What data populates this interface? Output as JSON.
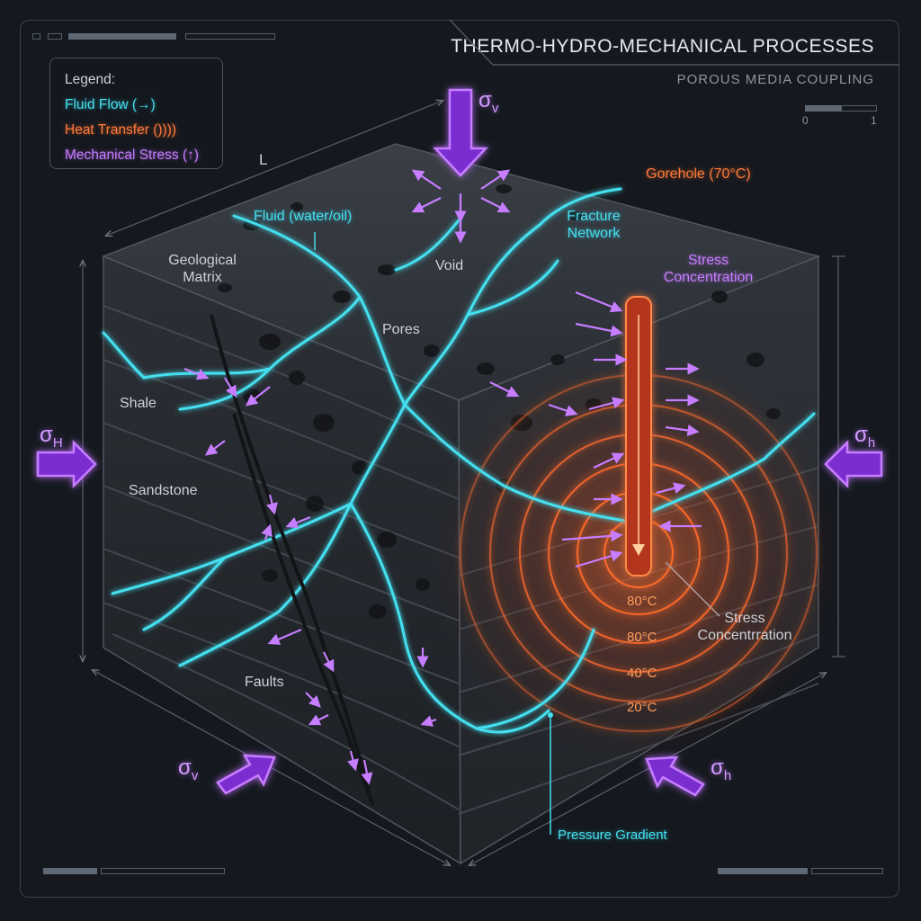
{
  "header": {
    "title": "THERMO-HYDRO-MECHANICAL PROCESSES",
    "subtitle": "POROUS MEDIA COUPLING",
    "scale_min": "0",
    "scale_max": "1"
  },
  "legend": {
    "heading": "Legend:",
    "items": [
      {
        "label": "Fluid Flow (→)",
        "color": "#44e0f0"
      },
      {
        "label": "Heat Transfer ())))",
        "color": "#ff7a3c"
      },
      {
        "label": "Mechanical Stress (↑)",
        "color": "#c77dff"
      }
    ]
  },
  "corner_mark": "L",
  "stresses": {
    "top": {
      "symbol": "σ",
      "sub": "v"
    },
    "left": {
      "symbol": "σ",
      "sub": "H"
    },
    "right": {
      "symbol": "σ",
      "sub": "h"
    },
    "bottom_left": {
      "symbol": "σ",
      "sub": "v"
    },
    "bottom_right": {
      "symbol": "σ",
      "sub": "h"
    }
  },
  "labels": {
    "geological_matrix": "Geological\nMatrix",
    "fluid": "Fluid (water/oil)",
    "void": "Void",
    "fracture_network": "Fracture\nNetwork",
    "stress_concentration_top": "Stress\nConcentration",
    "pores": "Pores",
    "shale": "Shale",
    "sandstone": "Sandstone",
    "faults": "Faults",
    "borehole": "Gorehole (70°C)",
    "stress_concentration_bottom": "Stress\nConcentrration",
    "pressure_gradient": "Pressure Gradient"
  },
  "temperatures": [
    "80°C",
    "80°C",
    "40°C",
    "20°C"
  ],
  "colors": {
    "background": "#15191f",
    "fluid": "#44e0f0",
    "heat": "#ff6a2a",
    "stress": "#c77dff",
    "rock": "#2a2e34"
  }
}
